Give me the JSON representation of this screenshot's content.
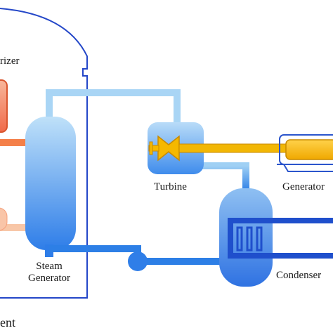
{
  "labels": {
    "pressurizer": "rizer",
    "turbine": "Turbine",
    "generator": "Generator",
    "steam_generator_line1": "Steam",
    "steam_generator_line2": "Generator",
    "condenser": "Condenser",
    "containment": "ent"
  },
  "colors": {
    "steam_pipe": "#a9d5f5",
    "water_pipe": "#2d7fe6",
    "vessel_top": "#b7ddf8",
    "vessel_bottom": "#2e7de8",
    "primary_hot": "#f58a55",
    "primary_cold": "#f7c2a3",
    "shaft": "#f2b705",
    "outline": "#1f4fcc"
  }
}
